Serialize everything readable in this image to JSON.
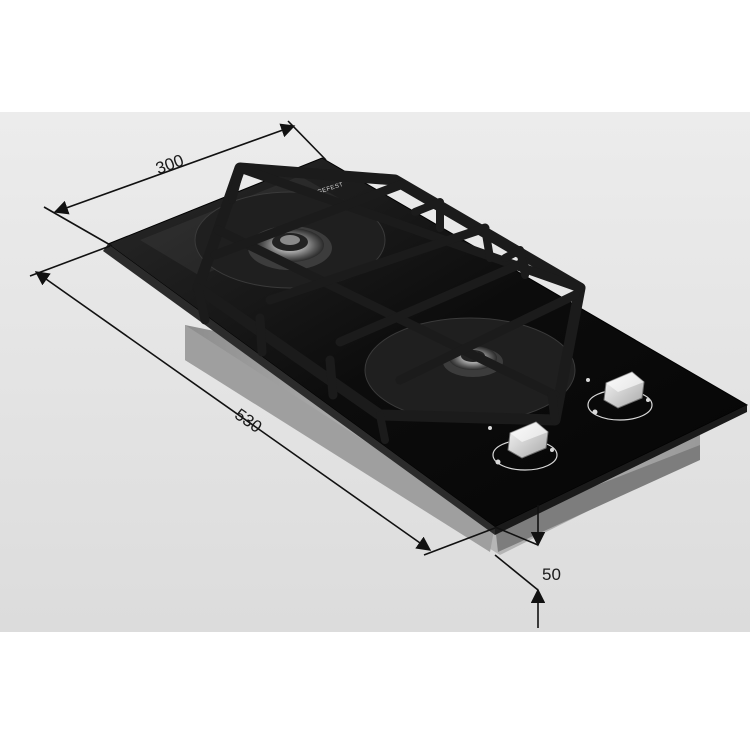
{
  "diagram": {
    "brand_label": "GEFEST",
    "dimensions": {
      "width": "300",
      "length": "530",
      "height": "50"
    },
    "colors": {
      "background_band": "#e7e7e7",
      "glass": "#101010",
      "grate": "#1b1b1b",
      "steel": "#a9a9a9",
      "dimension_line": "#111111"
    }
  }
}
